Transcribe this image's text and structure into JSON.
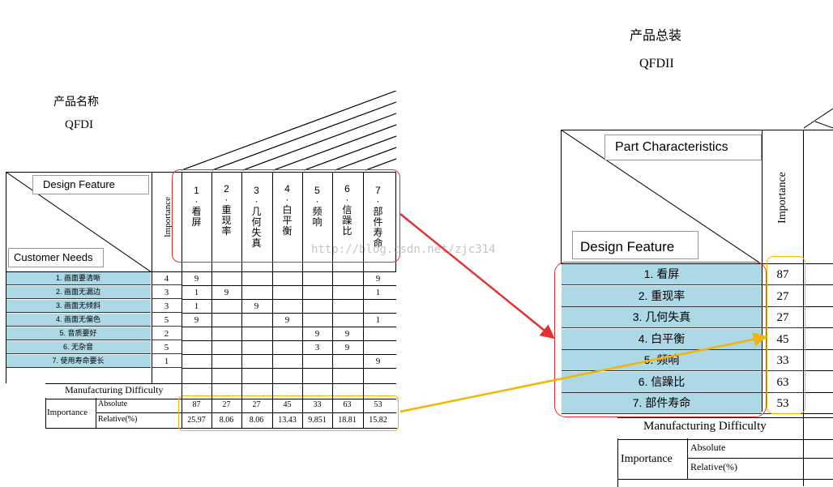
{
  "left": {
    "heading": "产品名称",
    "subheading": "QFDI",
    "design_feature_label": "Design Feature",
    "customer_needs_label": "Customer Needs",
    "importance_header": "Importance",
    "columns": [
      {
        "num": "1",
        "chars": [
          "看",
          "屏"
        ]
      },
      {
        "num": "2",
        "chars": [
          "重",
          "现",
          "率"
        ]
      },
      {
        "num": "3",
        "chars": [
          "几",
          "何",
          "失",
          "真"
        ]
      },
      {
        "num": "4",
        "chars": [
          "白",
          "平",
          "衡"
        ]
      },
      {
        "num": "5",
        "chars": [
          "频",
          "响"
        ]
      },
      {
        "num": "6",
        "chars": [
          "信",
          "躁",
          "比"
        ]
      },
      {
        "num": "7",
        "chars": [
          "部",
          "件",
          "寿",
          "命"
        ]
      }
    ],
    "rows": [
      {
        "need": "1. 画面要清晰",
        "importance": "4",
        "cells": [
          "9",
          "",
          "",
          "",
          "",
          "",
          "9"
        ]
      },
      {
        "need": "2. 画面无漏边",
        "importance": "3",
        "cells": [
          "1",
          "9",
          "",
          "",
          "",
          "",
          "1"
        ]
      },
      {
        "need": "3. 画面无倾斜",
        "importance": "3",
        "cells": [
          "1",
          "",
          "9",
          "",
          "",
          "",
          ""
        ]
      },
      {
        "need": "4. 画面无偏色",
        "importance": "5",
        "cells": [
          "9",
          "",
          "",
          "9",
          "",
          "",
          "1"
        ]
      },
      {
        "need": "5. 音质要好",
        "importance": "2",
        "cells": [
          "",
          "",
          "",
          "",
          "9",
          "9",
          ""
        ]
      },
      {
        "need": "6. 无杂音",
        "importance": "5",
        "cells": [
          "",
          "",
          "",
          "",
          "3",
          "9",
          ""
        ]
      },
      {
        "need": "7. 使用寿命要长",
        "importance": "1",
        "cells": [
          "",
          "",
          "",
          "",
          "",
          "",
          "9"
        ]
      }
    ],
    "mfg_difficulty": "Manufacturing Difficulty",
    "importance_label": "Importance",
    "absolute_label": "Absolute",
    "relative_label": "Relative(%)",
    "absolute": [
      "87",
      "27",
      "27",
      "45",
      "33",
      "63",
      "53"
    ],
    "relative": [
      "25.97",
      "8.06",
      "8.06",
      "13.43",
      "9.851",
      "18.81",
      "15.82"
    ]
  },
  "right": {
    "heading": "产品总装",
    "subheading": "QFDII",
    "part_characteristics_label": "Part Characteristics",
    "design_feature_label": "Design Feature",
    "importance_header": "Importance",
    "features": [
      {
        "name": "1. 看屏",
        "importance": "87"
      },
      {
        "name": "2. 重现率",
        "importance": "27"
      },
      {
        "name": "3. 几何失真",
        "importance": "27"
      },
      {
        "name": "4. 白平衡",
        "importance": "45"
      },
      {
        "name": "5. 频响",
        "importance": "33"
      },
      {
        "name": "6. 信躁比",
        "importance": "63"
      },
      {
        "name": "7. 部件寿命",
        "importance": "53"
      }
    ],
    "mfg_difficulty": "Manufacturing Difficulty",
    "importance_label": "Importance",
    "absolute_label": "Absolute",
    "relative_label": "Relative(%)"
  },
  "watermark": "http://blog.csdn.net/zjc314",
  "colors": {
    "highlight_red": "#e53030",
    "highlight_orange": "#f5b400",
    "row_fill": "#add8e6"
  }
}
